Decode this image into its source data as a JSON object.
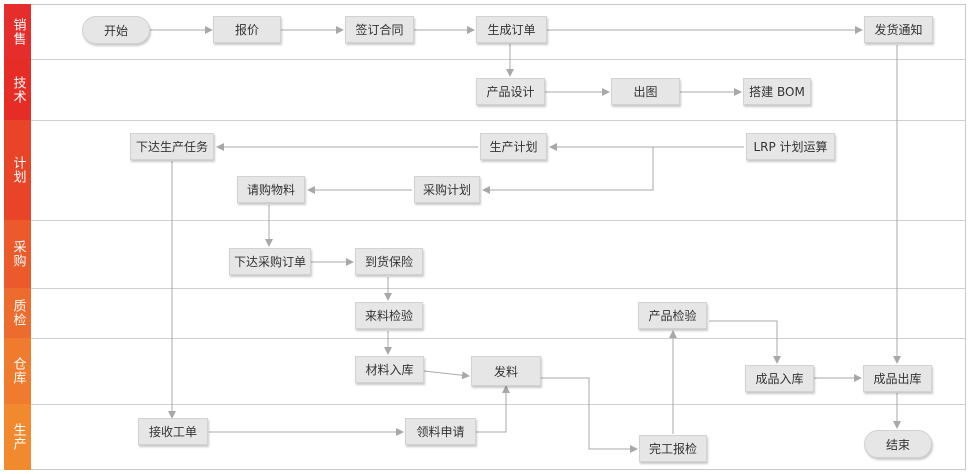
{
  "lanes": [
    {
      "label": "销售",
      "color": "#e52d2b"
    },
    {
      "label": "技术",
      "color": "#e62d25"
    },
    {
      "label": "计划",
      "color": "#e84428"
    },
    {
      "label": "采购",
      "color": "#eb5a2a"
    },
    {
      "label": "质检",
      "color": "#ed6b2c"
    },
    {
      "label": "仓库",
      "color": "#ef7b2e"
    },
    {
      "label": "生产",
      "color": "#f1892f"
    }
  ],
  "nodes": {
    "start": "开始",
    "quote": "报价",
    "sign_contract": "签订合同",
    "create_order": "生成订单",
    "ship_notice": "发货通知",
    "product_design": "产品设计",
    "drawing": "出图",
    "build_bom": "搭建 BOM",
    "issue_task": "下达生产任务",
    "prod_plan": "生产计划",
    "lrp": "LRP 计划运算",
    "request_material": "请购物料",
    "purchase_plan": "采购计划",
    "issue_po": "下达采购订单",
    "arrival_report": "到货保险",
    "incoming_inspect": "来料检验",
    "product_inspect": "产品检验",
    "material_in": "材料入库",
    "issue_material": "发料",
    "fg_in": "成品入库",
    "fg_out": "成品出库",
    "receive_wo": "接收工单",
    "material_request": "领料申请",
    "complete_report": "完工报检",
    "end": "结束"
  },
  "colors": {
    "line": "#a8a8a8",
    "box_bg": "#e6e6e6"
  }
}
